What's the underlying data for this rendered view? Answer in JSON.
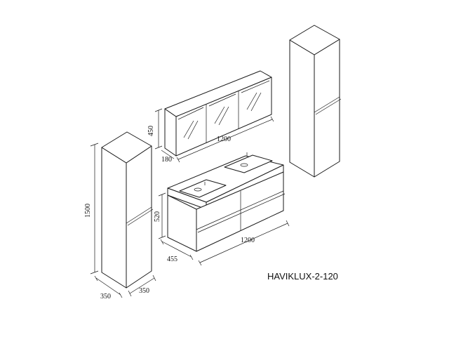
{
  "model_code": "HAVIKLUX-2-120",
  "dimensions": {
    "tall_cabinet_height": "1500",
    "tall_cabinet_depth": "350",
    "tall_cabinet_width": "350",
    "mirror_height": "450",
    "mirror_width": "1200",
    "mirror_depth": "180",
    "vanity_height": "520",
    "vanity_width": "1200",
    "vanity_depth": "455"
  }
}
